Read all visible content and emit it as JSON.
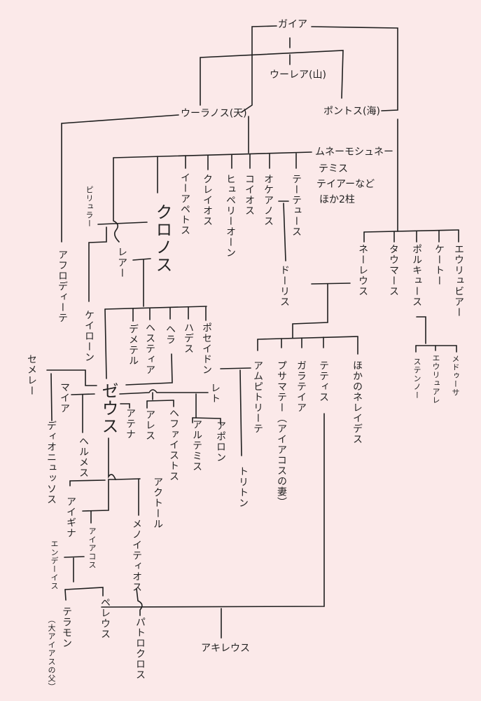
{
  "title": "ギリシア神話の系図",
  "nodes": {
    "gaia": "ガイア",
    "ourea": "ウーレア(山)",
    "ouranos": "ウーラノス(天)",
    "pontos": "ポントス(海)",
    "mnemosyne": "ムネーモシュネー",
    "themis": "テミス",
    "theia": "テイアーなど",
    "others2": "ほか2柱",
    "iapetos": "イーアペトス",
    "kreios": "クレイオス",
    "hyperion": "ヒュペリーオーン",
    "koios": "コイオス",
    "okeanos": "オケアノス",
    "tethys": "テーテュース",
    "philyra": "ピリュラー",
    "kronos": "クロノス",
    "rhea": "レアー",
    "doris": "ドーリス",
    "nereus": "ネーレウス",
    "thaumas": "タウマース",
    "phorkys": "ポルキュース",
    "keto": "ケートー",
    "eurybia": "エウリュビアー",
    "aphrodite": "アフロディーテ",
    "chiron": "ケイローン",
    "demeter": "デメテル",
    "hestia": "ヘスティア",
    "hera": "ヘラ",
    "hades": "ハデス",
    "poseidon": "ポセイドン",
    "leto": "レト",
    "zeus": "ゼウス",
    "semele": "セメレー",
    "maia": "マイア",
    "dionysos": "ディオニュッソス",
    "hermes": "ヘルメス",
    "athena": "アテナ",
    "ares": "アレス",
    "hephaistos": "ヘファイストス",
    "artemis": "アルテミス",
    "apollon": "アポロン",
    "triton": "トリトン",
    "amphitrite": "アムピトリーテ",
    "psamathe": "プサマテー（アイアコスの妻）",
    "galateia": "ガラテイア",
    "thetis": "テティス",
    "nereides": "ほかのネレイデス",
    "stheno": "ステンノー",
    "euryale": "エウリュアレ",
    "medusa": "メドゥーサ",
    "aktor": "アクトール",
    "aigina": "アイギナ",
    "aiakos": "アイアコス",
    "menoitios": "メノイティオス",
    "endeis": "エンデーイス",
    "telamon": "テラモン",
    "telamon_note": "（大アイアスの父）",
    "peleus": "ペレウス",
    "patroklos": "パトロクロス",
    "achilleus": "アキレウス"
  }
}
